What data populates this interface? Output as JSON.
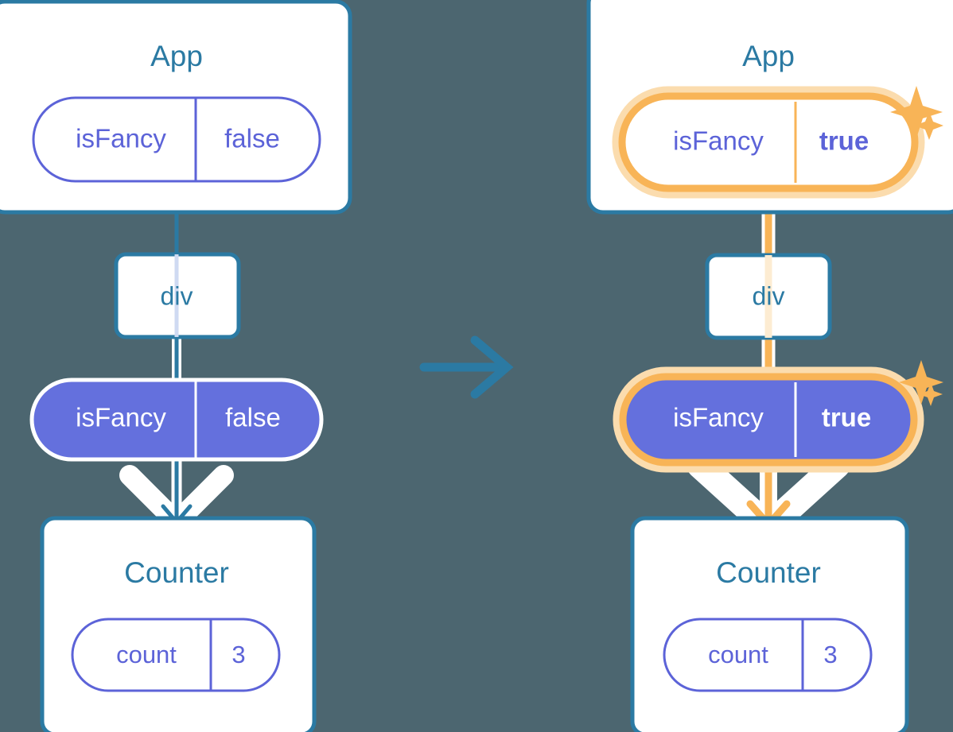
{
  "diagram": {
    "title": "React state update propagation diagram",
    "background_color": "#4c6670",
    "transition_arrow": "right-arrow"
  },
  "colors": {
    "background": "#4c6670",
    "blue_stroke": "#2b7aa3",
    "blue_text": "#2b7aa3",
    "purple": "#5c63d8",
    "purple_fill": "#6470dd",
    "purple_text": "#5c63d8",
    "white": "#ffffff",
    "orange": "#f9b champion",
    "orange_ring": "#f8b457",
    "orange_glow": "#fbdcae",
    "orange_line_light": "#fdecd2"
  },
  "panels": [
    {
      "id": "before",
      "app": {
        "title": "App",
        "state_pill": {
          "key": "isFancy",
          "value": "false",
          "style": "outline",
          "highlighted": false
        }
      },
      "div": {
        "title": "div"
      },
      "props_pill": {
        "key": "isFancy",
        "value": "false",
        "style": "filled",
        "highlighted": false
      },
      "counter": {
        "title": "Counter",
        "state_pill": {
          "key": "count",
          "value": "3",
          "style": "outline",
          "highlighted": false
        }
      }
    },
    {
      "id": "after",
      "app": {
        "title": "App",
        "state_pill": {
          "key": "isFancy",
          "value": "true",
          "style": "outline",
          "highlighted": true,
          "sparkles": true
        }
      },
      "div": {
        "title": "div"
      },
      "props_pill": {
        "key": "isFancy",
        "value": "true",
        "style": "filled",
        "highlighted": true,
        "sparkles": true
      },
      "counter": {
        "title": "Counter",
        "state_pill": {
          "key": "count",
          "value": "3",
          "style": "outline",
          "highlighted": false
        }
      }
    }
  ]
}
